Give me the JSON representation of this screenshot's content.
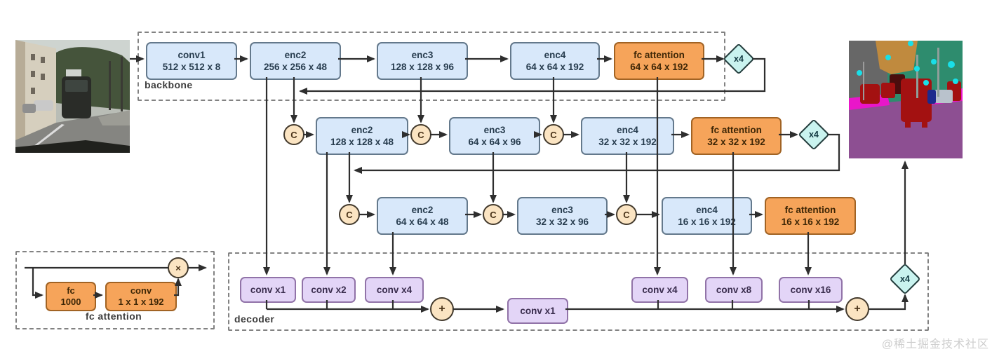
{
  "palette": {
    "encoder_box_fill": "#d8e8fa",
    "attention_box_fill": "#f6a45a",
    "decoder_box_fill": "#e3d5f7",
    "concat_circle_fill": "#fbe4c2",
    "upsample_diamond_fill": "#c9f3ef",
    "wire_color": "#2e2e2e"
  },
  "symbols": {
    "concat": "C",
    "add": "+",
    "multiply": "×",
    "upsample": "x4"
  },
  "backbone": {
    "label": "backbone",
    "boxes": [
      {
        "title": "conv1",
        "dims": "512 x 512 x 8"
      },
      {
        "title": "enc2",
        "dims": "256 x 256 x 48"
      },
      {
        "title": "enc3",
        "dims": "128 x 128 x 96"
      },
      {
        "title": "enc4",
        "dims": "64 x 64 x 192"
      },
      {
        "title": "fc attention",
        "dims": "64 x 64 x 192"
      }
    ]
  },
  "row2": {
    "boxes": [
      {
        "title": "enc2",
        "dims": "128 x 128 x 48"
      },
      {
        "title": "enc3",
        "dims": "64 x 64 x 96"
      },
      {
        "title": "enc4",
        "dims": "32 x 32 x 192"
      },
      {
        "title": "fc attention",
        "dims": "32 x 32 x 192"
      }
    ]
  },
  "row3": {
    "boxes": [
      {
        "title": "enc2",
        "dims": "64 x 64 x 48"
      },
      {
        "title": "enc3",
        "dims": "32 x 32 x 96"
      },
      {
        "title": "enc4",
        "dims": "16 x 16 x 192"
      },
      {
        "title": "fc attention",
        "dims": "16 x 16 x 192"
      }
    ]
  },
  "decoder": {
    "label": "decoder",
    "left_convs": [
      "conv x1",
      "conv x2",
      "conv x4"
    ],
    "mid_conv": "conv x1",
    "right_convs": [
      "conv x4",
      "conv x8",
      "conv x16"
    ]
  },
  "legend": {
    "label": "fc attention",
    "fc": {
      "title": "fc",
      "dims": "1000"
    },
    "conv": {
      "title": "conv",
      "dims": "1 x 1 x 192"
    }
  },
  "watermark": "@稀土掘金技术社区"
}
